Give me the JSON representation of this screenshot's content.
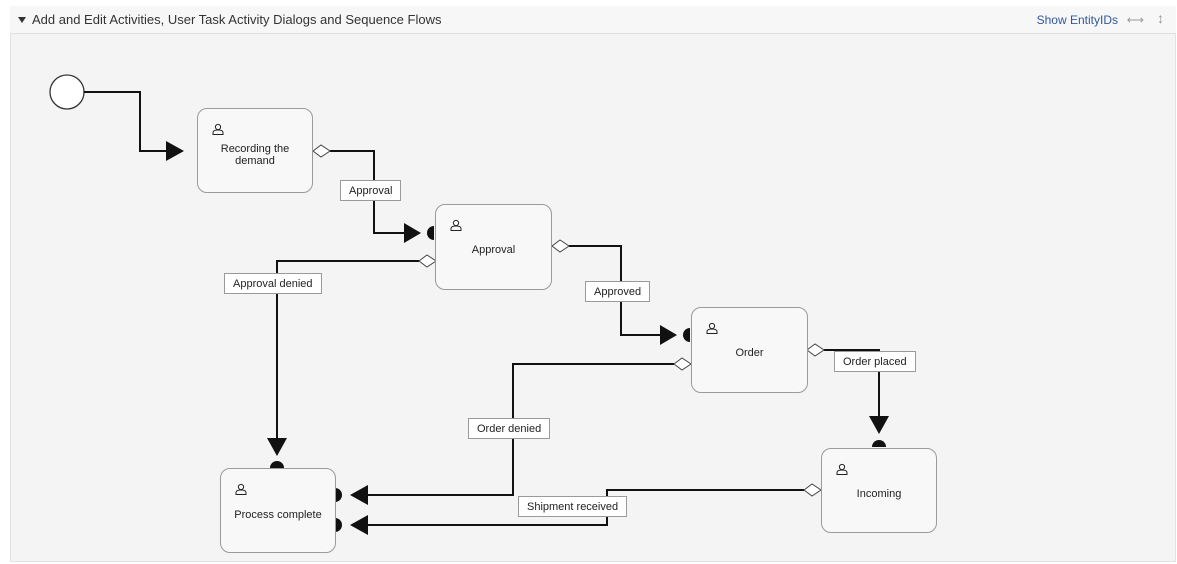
{
  "header": {
    "title": "Add and Edit Activities, User Task Activity Dialogs and Sequence Flows",
    "show_entity_ids": "Show EntityIDs",
    "resize_horizontal": "⟷",
    "resize_vertical": "↕"
  },
  "activities": {
    "recording": "Recording the demand",
    "approval": "Approval",
    "order": "Order",
    "incoming": "Incoming",
    "process_complete": "Process complete"
  },
  "transitions": {
    "approval": "Approval",
    "approval_denied": "Approval denied",
    "approved": "Approved",
    "order_placed": "Order placed",
    "order_denied": "Order denied",
    "shipment_received": "Shipment received"
  },
  "colors": {
    "line": "#111111",
    "node_border": "#9a9a9a",
    "panel_bg": "#f4f4f4",
    "link": "#30589a"
  }
}
